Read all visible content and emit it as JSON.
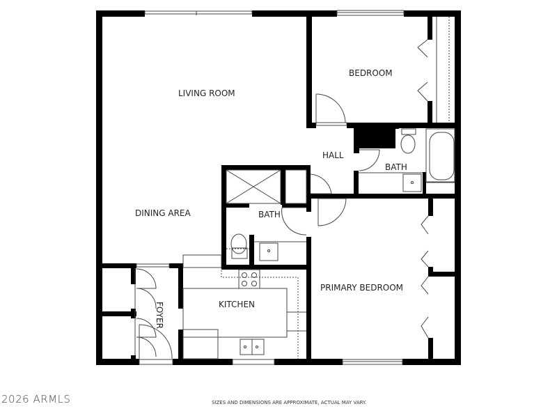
{
  "floorplan": {
    "rooms": {
      "living_room": "LIVING ROOM",
      "bedroom": "BEDROOM",
      "hall": "HALL",
      "bath_1": "BATH",
      "bath_2": "BATH",
      "dining_area": "DINING AREA",
      "kitchen": "KITCHEN",
      "foyer": "FOYER",
      "primary_bedroom": "PRIMARY BEDROOM"
    },
    "colors": {
      "wall": "#000000",
      "fixture_line": "#444444",
      "background": "#ffffff"
    }
  },
  "footer": {
    "copyright": "2026 ARMLS",
    "disclaimer": "SIZES AND DIMENSIONS ARE APPROXIMATE, ACTUAL MAY VARY."
  }
}
